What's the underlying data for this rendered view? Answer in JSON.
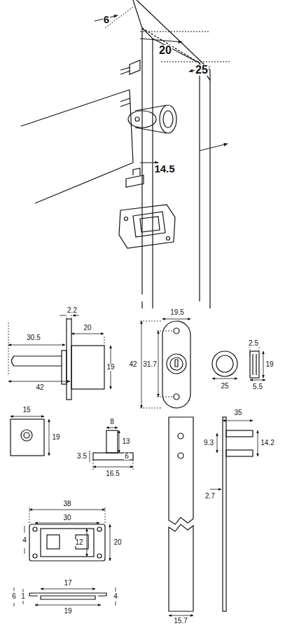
{
  "diagram": {
    "labels": [
      "6",
      "20",
      "25",
      "14.5",
      "2.2",
      "20",
      "30.5",
      "19",
      "42",
      "19.5",
      "42",
      "31.7",
      "25",
      "2.5",
      "19",
      "5.5",
      "15",
      "19",
      "8",
      "13",
      "3.5",
      "6",
      "16.5",
      "35",
      "9.3",
      "14.2",
      "2.7",
      "15.7",
      "38",
      "30",
      "4",
      "12",
      "20",
      "17",
      "6",
      "1",
      "4",
      "19"
    ]
  }
}
